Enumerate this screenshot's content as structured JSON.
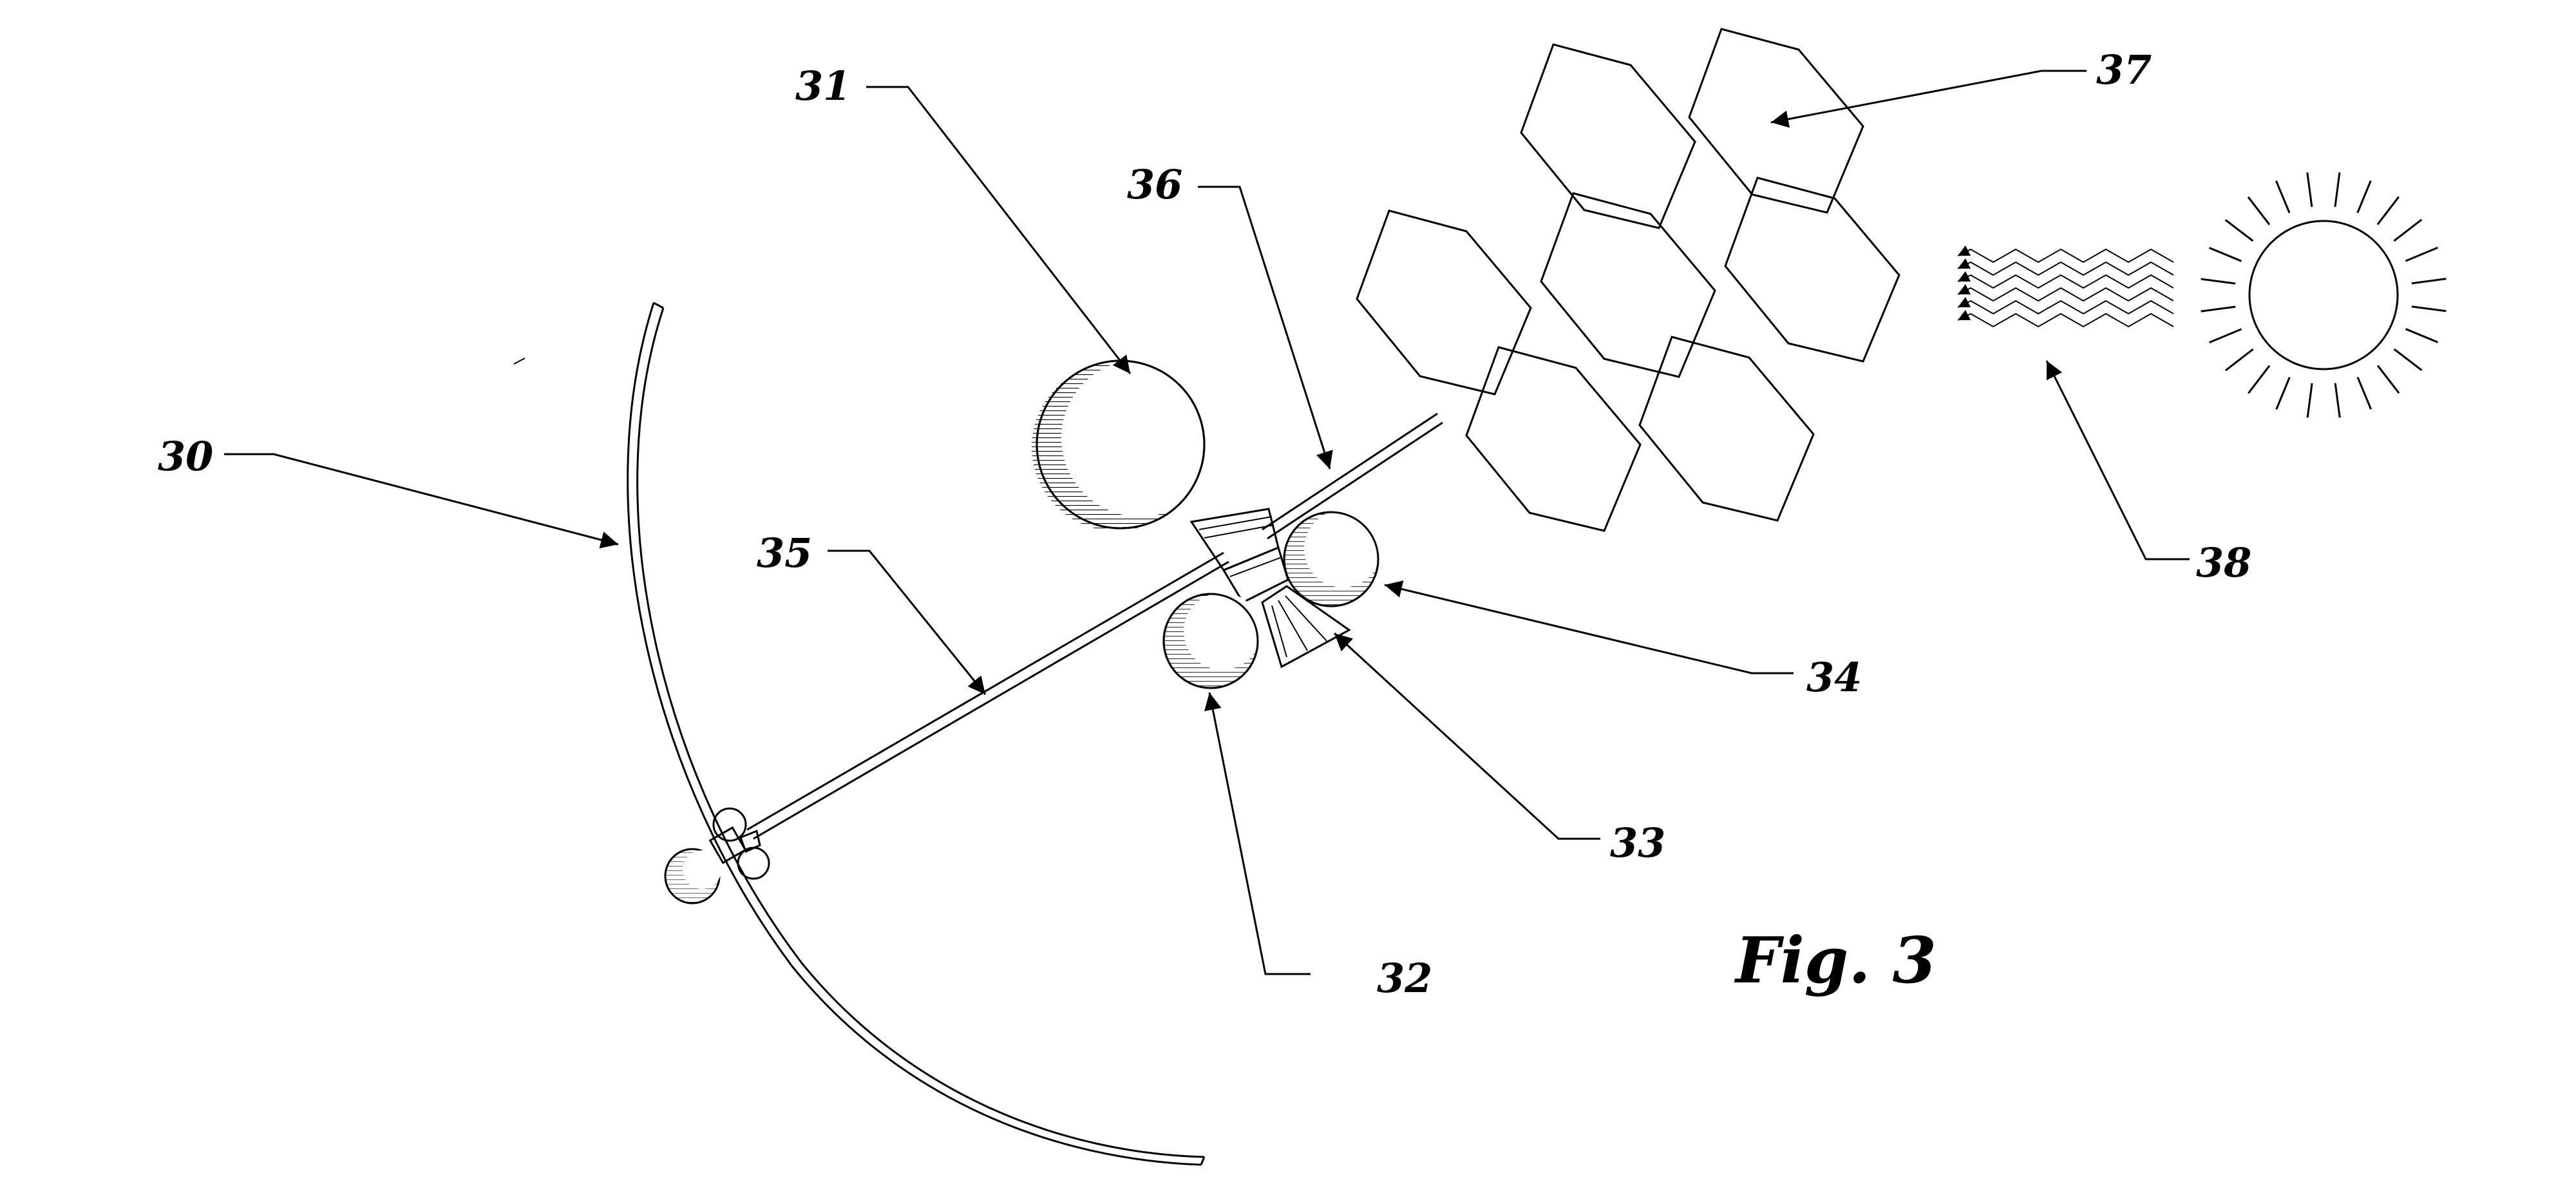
{
  "figure_label": "Fig. 3",
  "reference_numerals": {
    "r30": "30",
    "r31": "31",
    "r32": "32",
    "r33": "33",
    "r34": "34",
    "r35": "35",
    "r36": "36",
    "r37": "37",
    "r38": "38"
  },
  "colors": {
    "ink": "#000000",
    "paper": "#ffffff"
  }
}
